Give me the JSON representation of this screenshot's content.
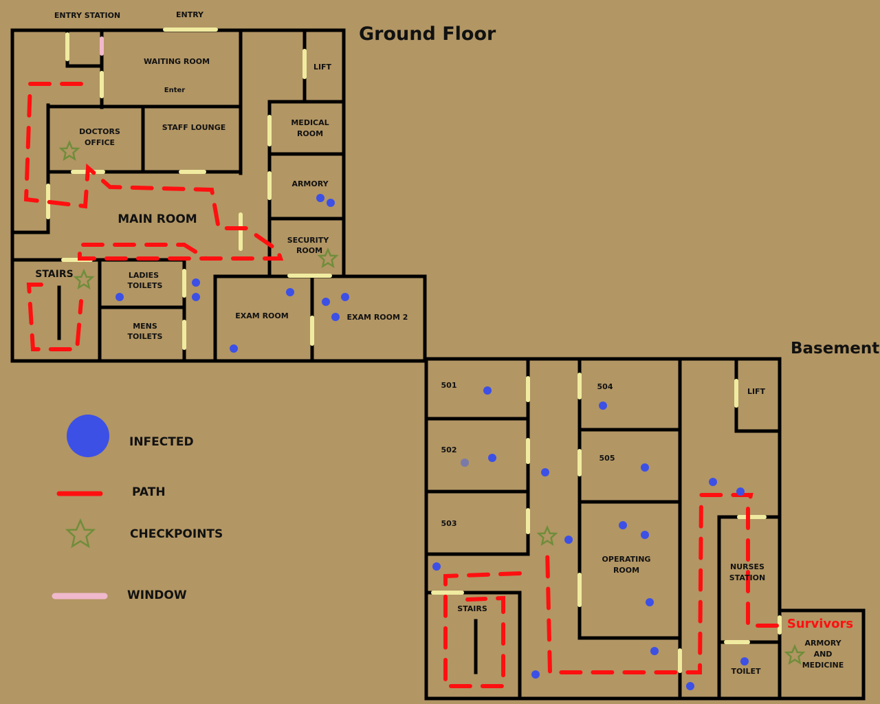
{
  "titles": {
    "ground_floor": "Ground Floor",
    "basement": "Basement"
  },
  "ground_floor": {
    "entry_station": "ENTRY STATION",
    "entry": "ENTRY",
    "waiting_room": "WAITING ROOM",
    "enter": "Enter",
    "lift": "LIFT",
    "doctors_office_line1": "DOCTORS",
    "doctors_office_line2": "OFFICE",
    "staff_lounge": "STAFF LOUNGE",
    "medical_room_line1": "MEDICAL",
    "medical_room_line2": "ROOM",
    "armory": "ARMORY",
    "main_room": "MAIN ROOM",
    "security_room_line1": "SECURITY",
    "security_room_line2": "ROOM",
    "stairs": "STAIRS",
    "ladies_toilets_line1": "LADIES",
    "ladies_toilets_line2": "TOILETS",
    "mens_toilets_line1": "MENS",
    "mens_toilets_line2": "TOILETS",
    "exam_room": "EXAM ROOM",
    "exam_room_2": "EXAM ROOM 2"
  },
  "basement": {
    "room_501": "501",
    "room_502": "502",
    "room_503": "503",
    "room_504": "504",
    "room_505": "505",
    "lift": "LIFT",
    "operating_room_line1": "OPERATING",
    "operating_room_line2": "ROOM",
    "nurses_station_line1": "NURSES",
    "nurses_station_line2": "STATION",
    "stairs": "STAIRS",
    "toilet": "TOILET",
    "survivors": "Survivors",
    "armory_medicine_line1": "ARMORY",
    "armory_medicine_line2": "AND",
    "armory_medicine_line3": "MEDICINE"
  },
  "legend": {
    "infected": "INFECTED",
    "path": "PATH",
    "checkpoints": "CHECKPOINTS",
    "window": "WINDOW"
  },
  "colors": {
    "background": "#b29664",
    "wall": "#000000",
    "door": "#f0eba0",
    "window": "#f0b8cc",
    "path": "#ff1010",
    "infected": "#3c50e6",
    "checkpoint": "#6f8d3a",
    "survivors_label": "#ff1010"
  }
}
